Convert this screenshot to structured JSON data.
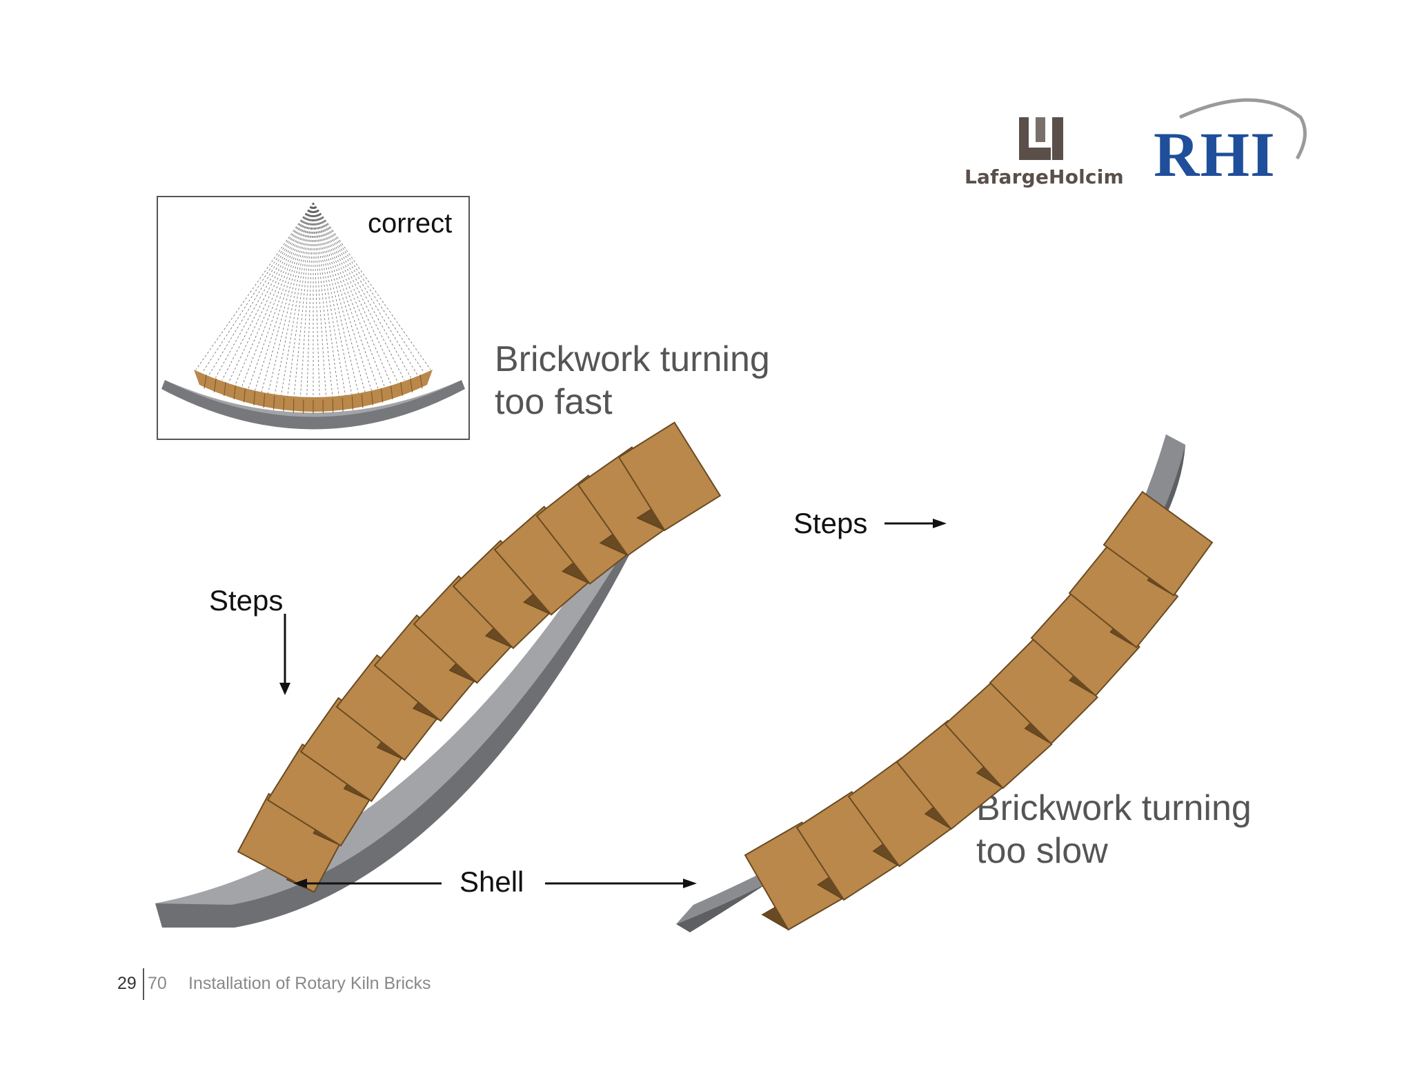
{
  "logos": {
    "lafargeholcim": {
      "text": "LafargeHolcim",
      "color": "#5a4f49"
    },
    "rhi": {
      "text": "RHI",
      "color": "#1f4e9a"
    }
  },
  "inset": {
    "label": "correct"
  },
  "headings": {
    "too_fast": [
      "Brickwork turning",
      "too fast"
    ],
    "too_slow": [
      "Brickwork turning",
      "too slow"
    ]
  },
  "labels": {
    "steps_left": "Steps",
    "steps_right": "Steps",
    "shell": "Shell"
  },
  "footer": {
    "page": "29",
    "total": "70",
    "title": "Installation of Rotary Kiln Bricks"
  },
  "colors": {
    "brick": "#b9884a",
    "brick_dark": "#6a4a22",
    "shell": "#6e6f73",
    "shell_light": "#a3a4a7"
  }
}
